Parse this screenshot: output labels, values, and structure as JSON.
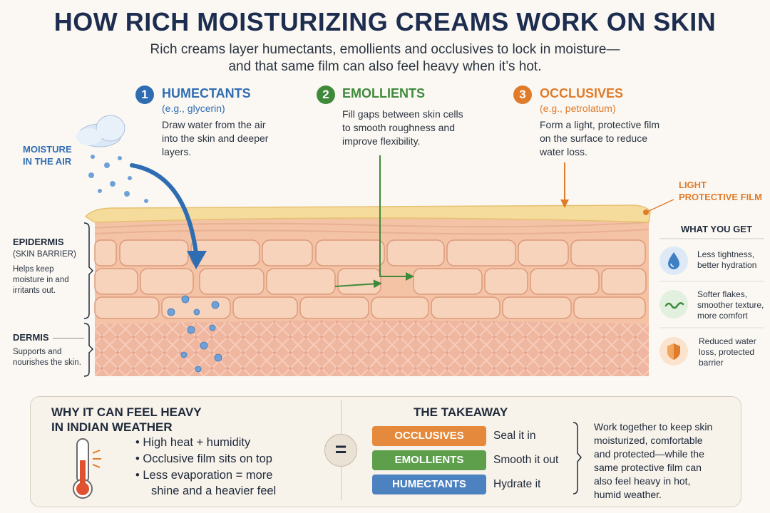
{
  "title": "HOW RICH MOISTURIZING CREAMS WORK ON SKIN",
  "subtitle_line1": "Rich creams layer humectants, emollients and occlusives to lock in moisture—",
  "subtitle_line2": "and that same film can also feel heavy when it’s hot.",
  "colors": {
    "humectant": "#2f6db3",
    "emollient": "#3f8a3a",
    "occlusive": "#e07b2a",
    "title": "#1d2d4f"
  },
  "steps": [
    {
      "num": "1",
      "name": "HUMECTANTS",
      "example": "(e.g., glycerin)",
      "desc": [
        "Draw water from the air",
        "into the skin and deeper",
        "layers."
      ]
    },
    {
      "num": "2",
      "name": "EMOLLIENTS",
      "example": "",
      "desc": [
        "Fill gaps between skin cells",
        "to smooth roughness and",
        "improve flexibility."
      ]
    },
    {
      "num": "3",
      "name": "OCCLUSIVES",
      "example": "(e.g., petrolatum)",
      "desc": [
        "Form a light, protective film",
        "on the surface to reduce",
        "water loss."
      ]
    }
  ],
  "moisture_label": [
    "MOISTURE",
    "IN THE AIR"
  ],
  "film_label": [
    "LIGHT",
    "PROTECTIVE FILM"
  ],
  "epidermis": {
    "name": "EPIDERMIS",
    "sub": "(SKIN BARRIER)",
    "desc": [
      "Helps keep",
      "moisture in and",
      "irritants out."
    ]
  },
  "dermis": {
    "name": "DERMIS",
    "desc": [
      "Supports and",
      "nourishes the skin."
    ]
  },
  "what_you_get": {
    "heading": "WHAT YOU GET",
    "items": [
      {
        "icon": "water-drop-icon",
        "text": [
          "Less tightness,",
          "better hydration"
        ]
      },
      {
        "icon": "wave-icon",
        "text": [
          "Softer flakes,",
          "smoother texture,",
          "more comfort"
        ]
      },
      {
        "icon": "shield-icon",
        "text": [
          "Reduced water",
          "loss, protected",
          "barrier"
        ]
      }
    ]
  },
  "heavy": {
    "heading": [
      "WHY IT CAN FEEL HEAVY",
      "IN INDIAN WEATHER"
    ],
    "bullets": [
      "High heat + humidity",
      "Occlusive film sits on top",
      "Less evaporation = more",
      "shine and a heavier feel"
    ]
  },
  "equals": "=",
  "takeaway": {
    "heading": "THE TAKEAWAY",
    "rows": [
      {
        "pill": "OCCLUSIVES",
        "text": "Seal it in"
      },
      {
        "pill": "EMOLLIENTS",
        "text": "Smooth it out"
      },
      {
        "pill": "HUMECTANTS",
        "text": "Hydrate it"
      }
    ],
    "summary": [
      "Work together to keep skin",
      "moisturized, comfortable",
      "and protected—while the",
      "same protective film can",
      "also feel heavy in hot,",
      "humid weather."
    ]
  }
}
